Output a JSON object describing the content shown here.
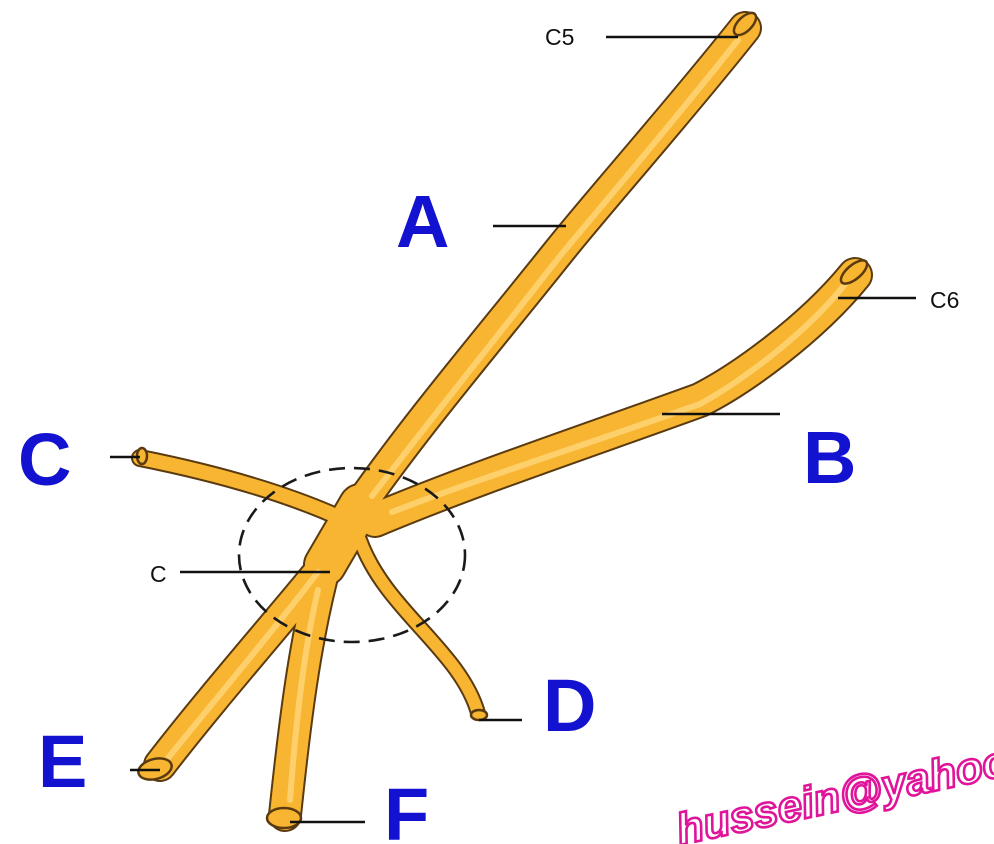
{
  "labels": {
    "c5": "C5",
    "c6": "C6",
    "c_small": "C",
    "a": "A",
    "b": "B",
    "c": "C",
    "d": "D",
    "e": "E",
    "f": "F"
  },
  "watermark": "hussein@yahoo.com",
  "colors": {
    "nerve_fill": "#f7b531",
    "nerve_outline": "#5a3a10",
    "nerve_highlight": "#ffd77a",
    "label_blue": "#1212d0",
    "leader_line": "#111111",
    "watermark_outline": "#e0149a"
  }
}
